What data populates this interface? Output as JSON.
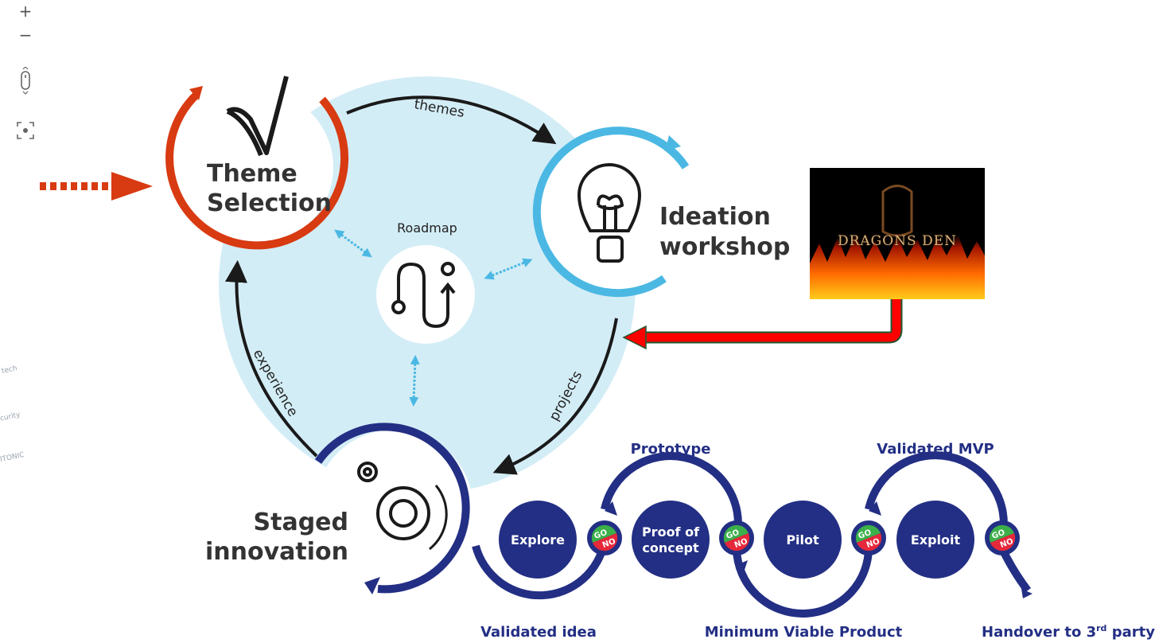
{
  "controls": {
    "zoom_in": "+",
    "zoom_out": "−"
  },
  "side_logos": [
    "tech",
    "curity",
    "ITONIC"
  ],
  "cycle": {
    "theme_selection": "Theme\nSelection",
    "ideation": "Ideation\nworkshop",
    "staged": "Staged\ninnovation",
    "roadmap": "Roadmap",
    "themes": "themes",
    "projects": "projects",
    "experience": "experience"
  },
  "dragons_den": {
    "title": "DRAGONS DEN"
  },
  "stages": [
    {
      "label": "Explore"
    },
    {
      "label": "Proof of\nconcept"
    },
    {
      "label": "Pilot"
    },
    {
      "label": "Exploit"
    }
  ],
  "gates": {
    "go": "GO",
    "no": "NO"
  },
  "milestones": {
    "prototype": "Prototype",
    "validated_mvp": "Validated MVP",
    "validated_idea": "Validated idea",
    "mvp": "Minimum Viable Product",
    "handover_pre": "Handover to 3",
    "handover_sup": "rd",
    "handover_post": " party"
  },
  "colors": {
    "red": "#d83a12",
    "light_blue": "#4bb8e3",
    "navy": "#232f84",
    "bg_circle": "#d3edf6",
    "green": "#3bb04a"
  }
}
